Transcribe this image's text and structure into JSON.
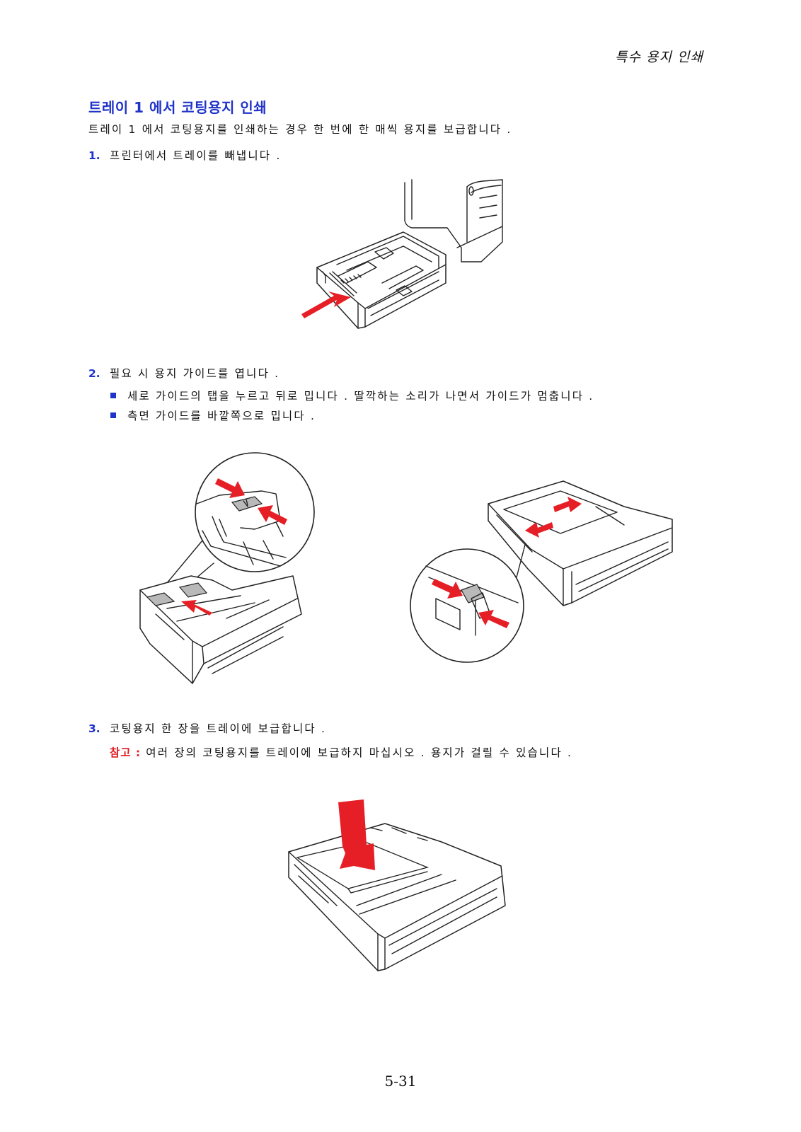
{
  "header": {
    "section_title": "특수 용지 인쇄"
  },
  "main": {
    "heading": "트레이 1 에서 코팅용지 인쇄",
    "intro": "트레이 1 에서 코팅용지를 인쇄하는 경우 한 번에 한 매씩 용지를 보급합니다 .",
    "steps": [
      {
        "number": "1.",
        "text": "프린터에서 트레이를 빼냅니다 ."
      },
      {
        "number": "2.",
        "text": "필요 시 용지 가이드를 엽니다 ."
      },
      {
        "number": "3.",
        "text": "코팅용지 한 장을 트레이에 보급합니다 ."
      }
    ],
    "bullets": [
      "세로 가이드의 탭을 누르고 뒤로 밉니다 . 딸깍하는 소리가 나면서 가이드가 멈춥니다 .",
      "측면 가이드를 바깥쪽으로 밉니다 ."
    ],
    "note": {
      "label": "참고 :",
      "text": "여러 장의 코팅용지를 트레이에 보급하지 마십시오 . 용지가 걸릴 수 있습니다 ."
    }
  },
  "footer": {
    "page_number": "5-31"
  },
  "colors": {
    "accent_blue": "#2033c8",
    "arrow_red": "#e61e25",
    "note_red": "#e11b22"
  }
}
